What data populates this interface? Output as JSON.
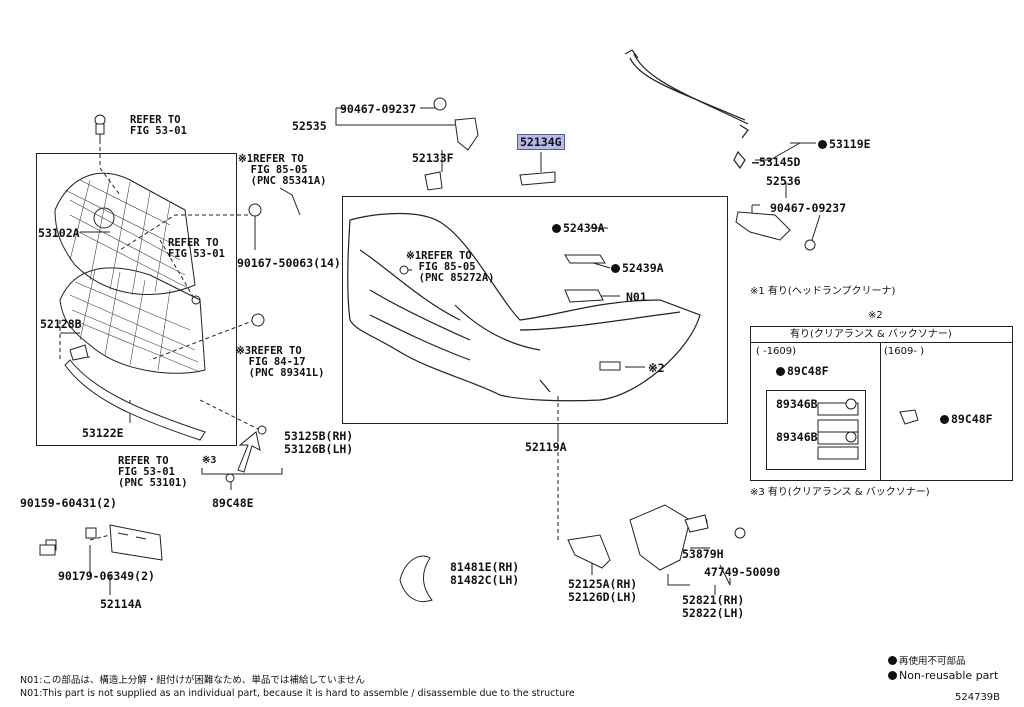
{
  "labels": {
    "p90467_top": "90467-09237",
    "p52535": "52535",
    "p52133F": "52133F",
    "p52134G": "52134G",
    "p53119E": "53119E",
    "p53145D": "53145D",
    "p52536": "52536",
    "p90467_right": "90467-09237",
    "p53102A": "53102A",
    "p52128B": "52128B",
    "p53122E": "53122E",
    "p90167": "90167-50063(14)",
    "p52439A_1": "52439A",
    "p52439A_2": "52439A",
    "pN01": "N01",
    "pStar2": "※2",
    "p53125B": "53125B(RH)",
    "p53126B": "53126B(LH)",
    "p52119A": "52119A",
    "p90159": "90159-60431(2)",
    "p89C48E": "89C48E",
    "p90179": "90179-06349(2)",
    "p52114A": "52114A",
    "p81481E": "81481E(RH)",
    "p81482C": "81482C(LH)",
    "p52125A": "52125A(RH)",
    "p52126D": "52126D(LH)",
    "p53879H": "53879H",
    "p47749": "47749-50090",
    "p52821": "52821(RH)",
    "p52822": "52822(LH)",
    "star3_small": "※3"
  },
  "refs": {
    "ref_top": "REFER TO\nFIG 53-01",
    "ref_fig8505_a": "※1REFER TO\n  FIG 85-05\n  (PNC 85341A)",
    "ref_mid": "REFER TO\nFIG 53-01",
    "ref_fig8505_b": "※1REFER TO\n  FIG 85-05\n  (PNC 85272A)",
    "ref_fig8417": "※3REFER TO\n  FIG 84-17\n  (PNC 89341L)",
    "ref_bottom": "REFER TO\nFIG 53-01\n(PNC 53101)"
  },
  "legend": {
    "note1": "※1 有り(ヘッドランプクリーナ)",
    "star2_title": "※2",
    "table_header": "有り(クリアランス & バックソナー)",
    "col_left": "(    -1609)",
    "col_right": "(1609-     )",
    "p89C48F_a": "89C48F",
    "p89346B_a": "89346B",
    "p89346B_b": "89346B",
    "p89C48F_b": "89C48F",
    "note3": "※3 有り(クリアランス & バックソナー)"
  },
  "footer": {
    "n01_jp": "N01:この部品は、構造上分解・組付けが困難なため、単品では補給していません",
    "n01_en": "N01:This part is not supplied as an individual part, because it is hard to assemble / disassemble due to the structure",
    "legend_jp": "再使用不可部品",
    "legend_en": "Non-reusable part",
    "diagram_id": "524739B"
  },
  "highlight_color": "#b7b9e6"
}
